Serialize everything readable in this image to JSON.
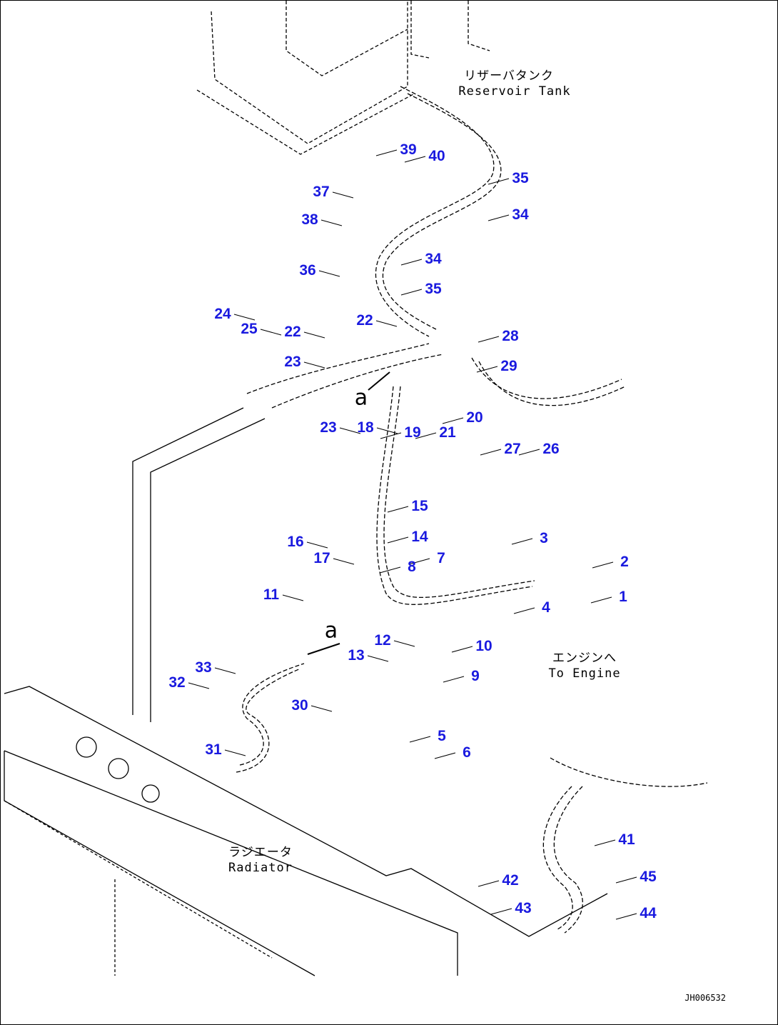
{
  "diagram": {
    "notes": {
      "reservoir_jp": "リザーバタンク",
      "reservoir_en": "Reservoir Tank",
      "engine_jp": "エンジンへ",
      "engine_en": "To Engine",
      "radiator_jp": "ラジエータ",
      "radiator_en": "Radiator"
    },
    "view_marks": [
      "a",
      "a"
    ],
    "drawing_code": "JH006532",
    "callouts": [
      "39",
      "40",
      "35",
      "37",
      "34",
      "38",
      "34",
      "36",
      "35",
      "24",
      "22",
      "25",
      "22",
      "28",
      "23",
      "29",
      "20",
      "23",
      "18",
      "19",
      "21",
      "27",
      "26",
      "15",
      "14",
      "3",
      "16",
      "17",
      "7",
      "2",
      "8",
      "11",
      "1",
      "4",
      "12",
      "10",
      "13",
      "33",
      "9",
      "32",
      "30",
      "5",
      "31",
      "6",
      "41",
      "45",
      "42",
      "43",
      "44"
    ],
    "colors": {
      "callout": "#1a1adf",
      "line": "#000000"
    }
  }
}
